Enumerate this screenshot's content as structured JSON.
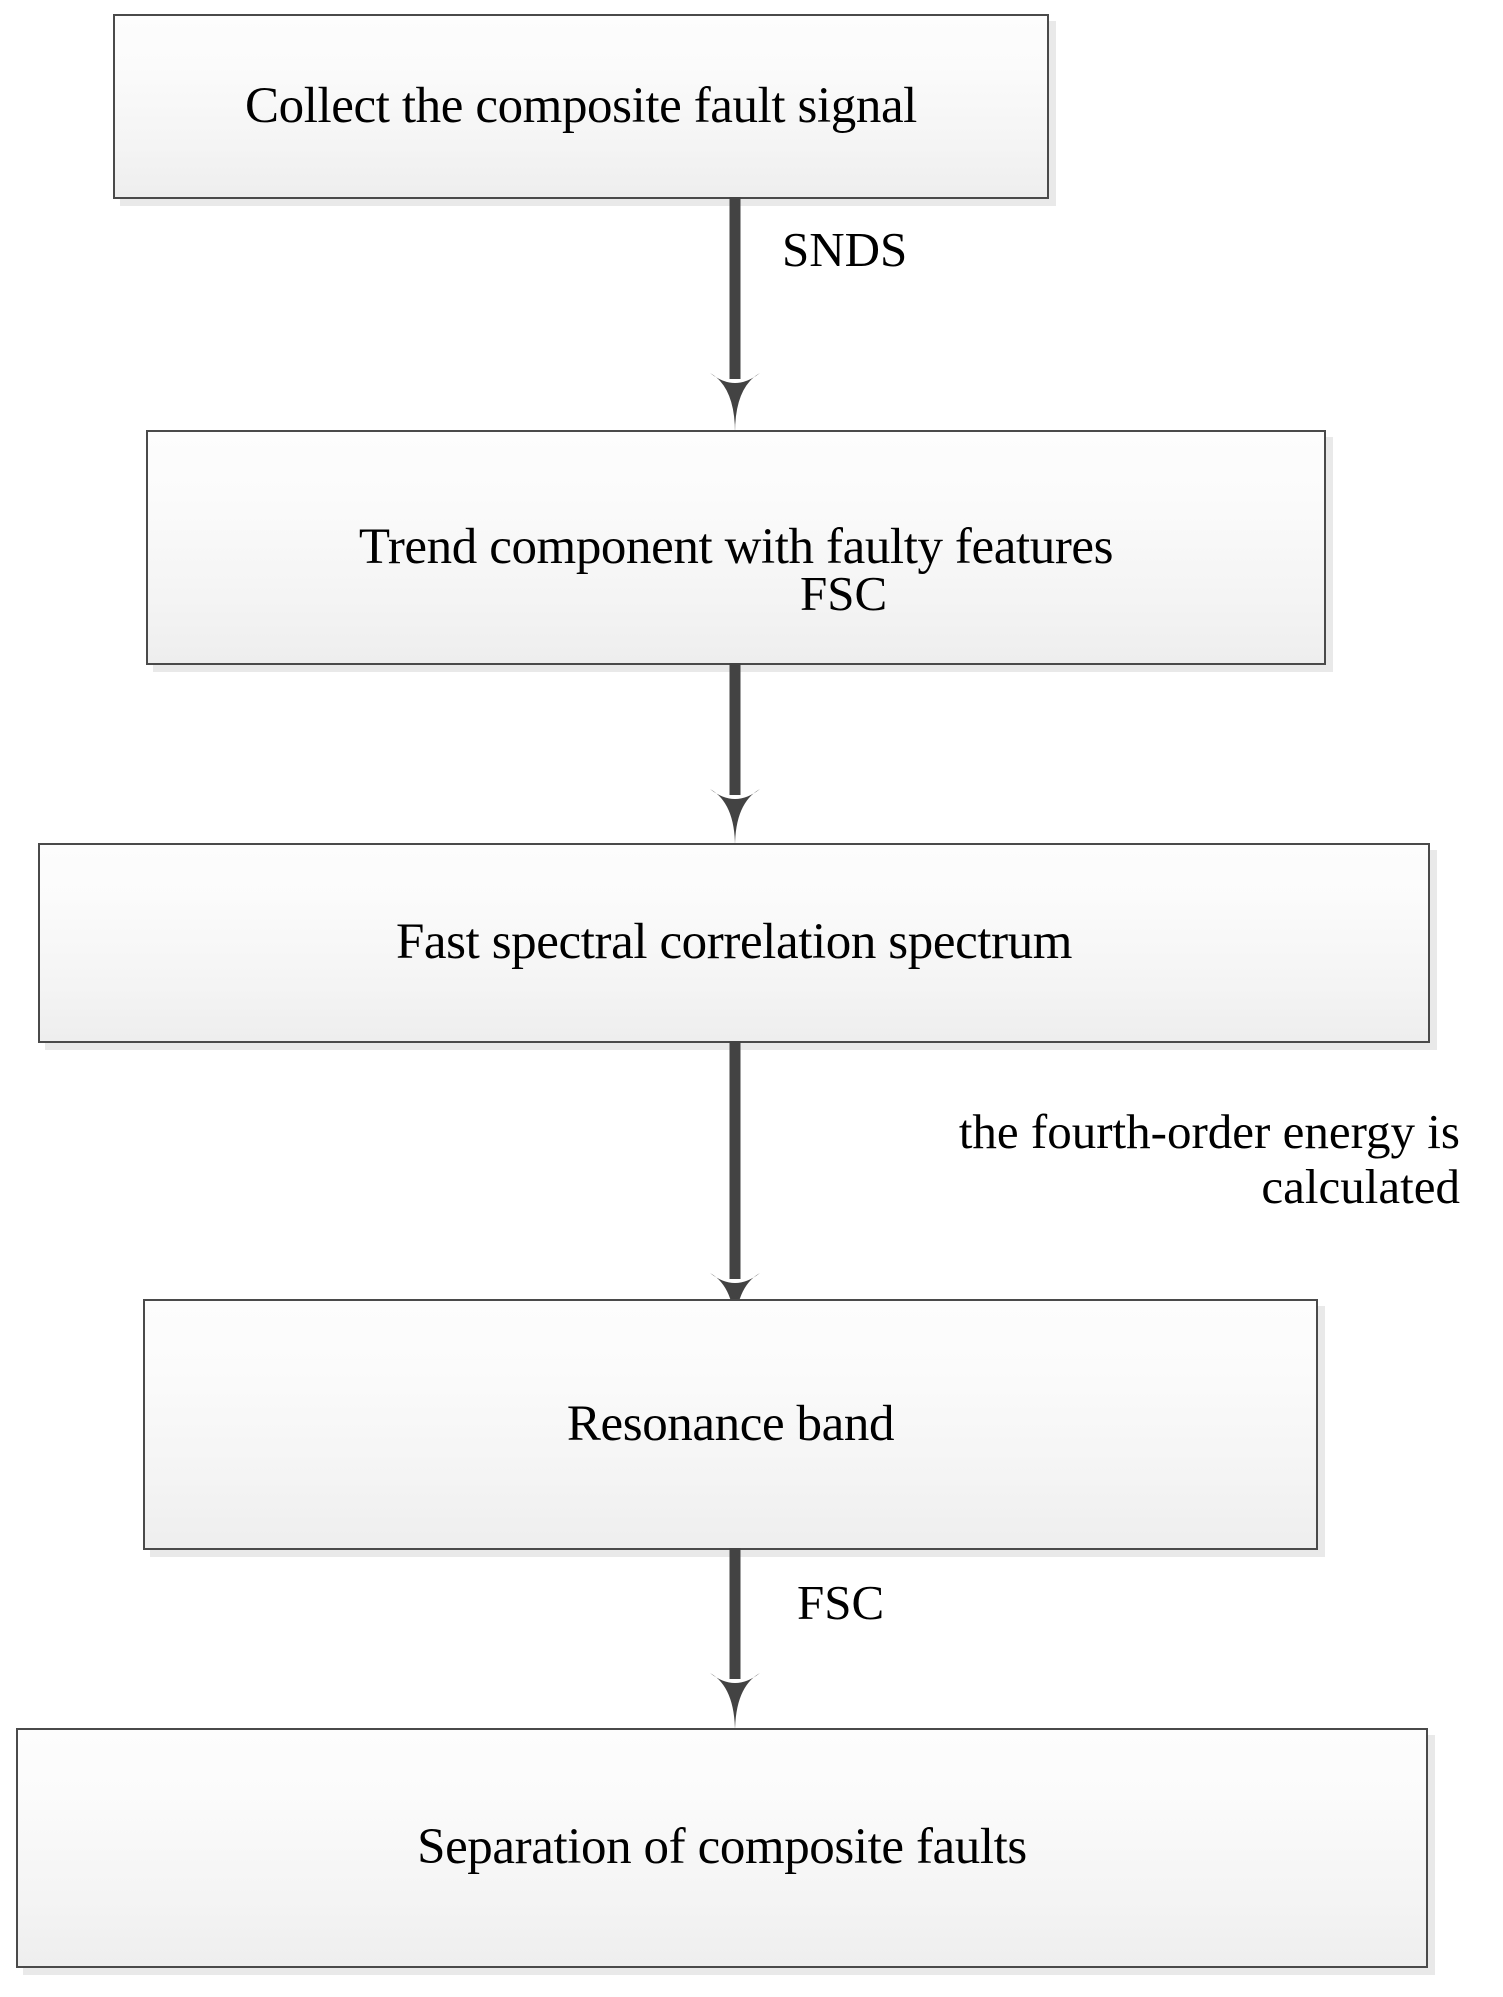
{
  "diagram": {
    "title": "Composite fault separation flowchart",
    "type": "flowchart",
    "orientation": "top-to-bottom",
    "colors": {
      "box_border": "#4a4a4a",
      "box_fill_top": "#fdfdfd",
      "box_fill_bottom": "#eeeeee",
      "box_shadow": "#e6e6e6",
      "arrow": "#434343",
      "text": "#000000",
      "background": "#ffffff"
    },
    "nodes": [
      {
        "id": "n1",
        "label": "Collect the composite fault signal"
      },
      {
        "id": "n2",
        "label": "Trend component with faulty features"
      },
      {
        "id": "n3",
        "label": "Fast spectral correlation spectrum"
      },
      {
        "id": "n4",
        "label": "Resonance band"
      },
      {
        "id": "n5",
        "label": "Separation of composite faults"
      }
    ],
    "edges": [
      {
        "id": "e1",
        "from": "n1",
        "to": "n2",
        "label": "SNDS",
        "lines": [
          "SNDS"
        ]
      },
      {
        "id": "e2",
        "from": "n2",
        "to": "n3",
        "label": "FSC",
        "lines": [
          "FSC"
        ]
      },
      {
        "id": "e3",
        "from": "n3",
        "to": "n4",
        "label": "the fourth-order energy is calculated",
        "lines": [
          "the fourth-order energy is",
          "calculated"
        ]
      },
      {
        "id": "e4",
        "from": "n4",
        "to": "n5",
        "label": "FSC",
        "lines": [
          "FSC"
        ]
      }
    ]
  }
}
